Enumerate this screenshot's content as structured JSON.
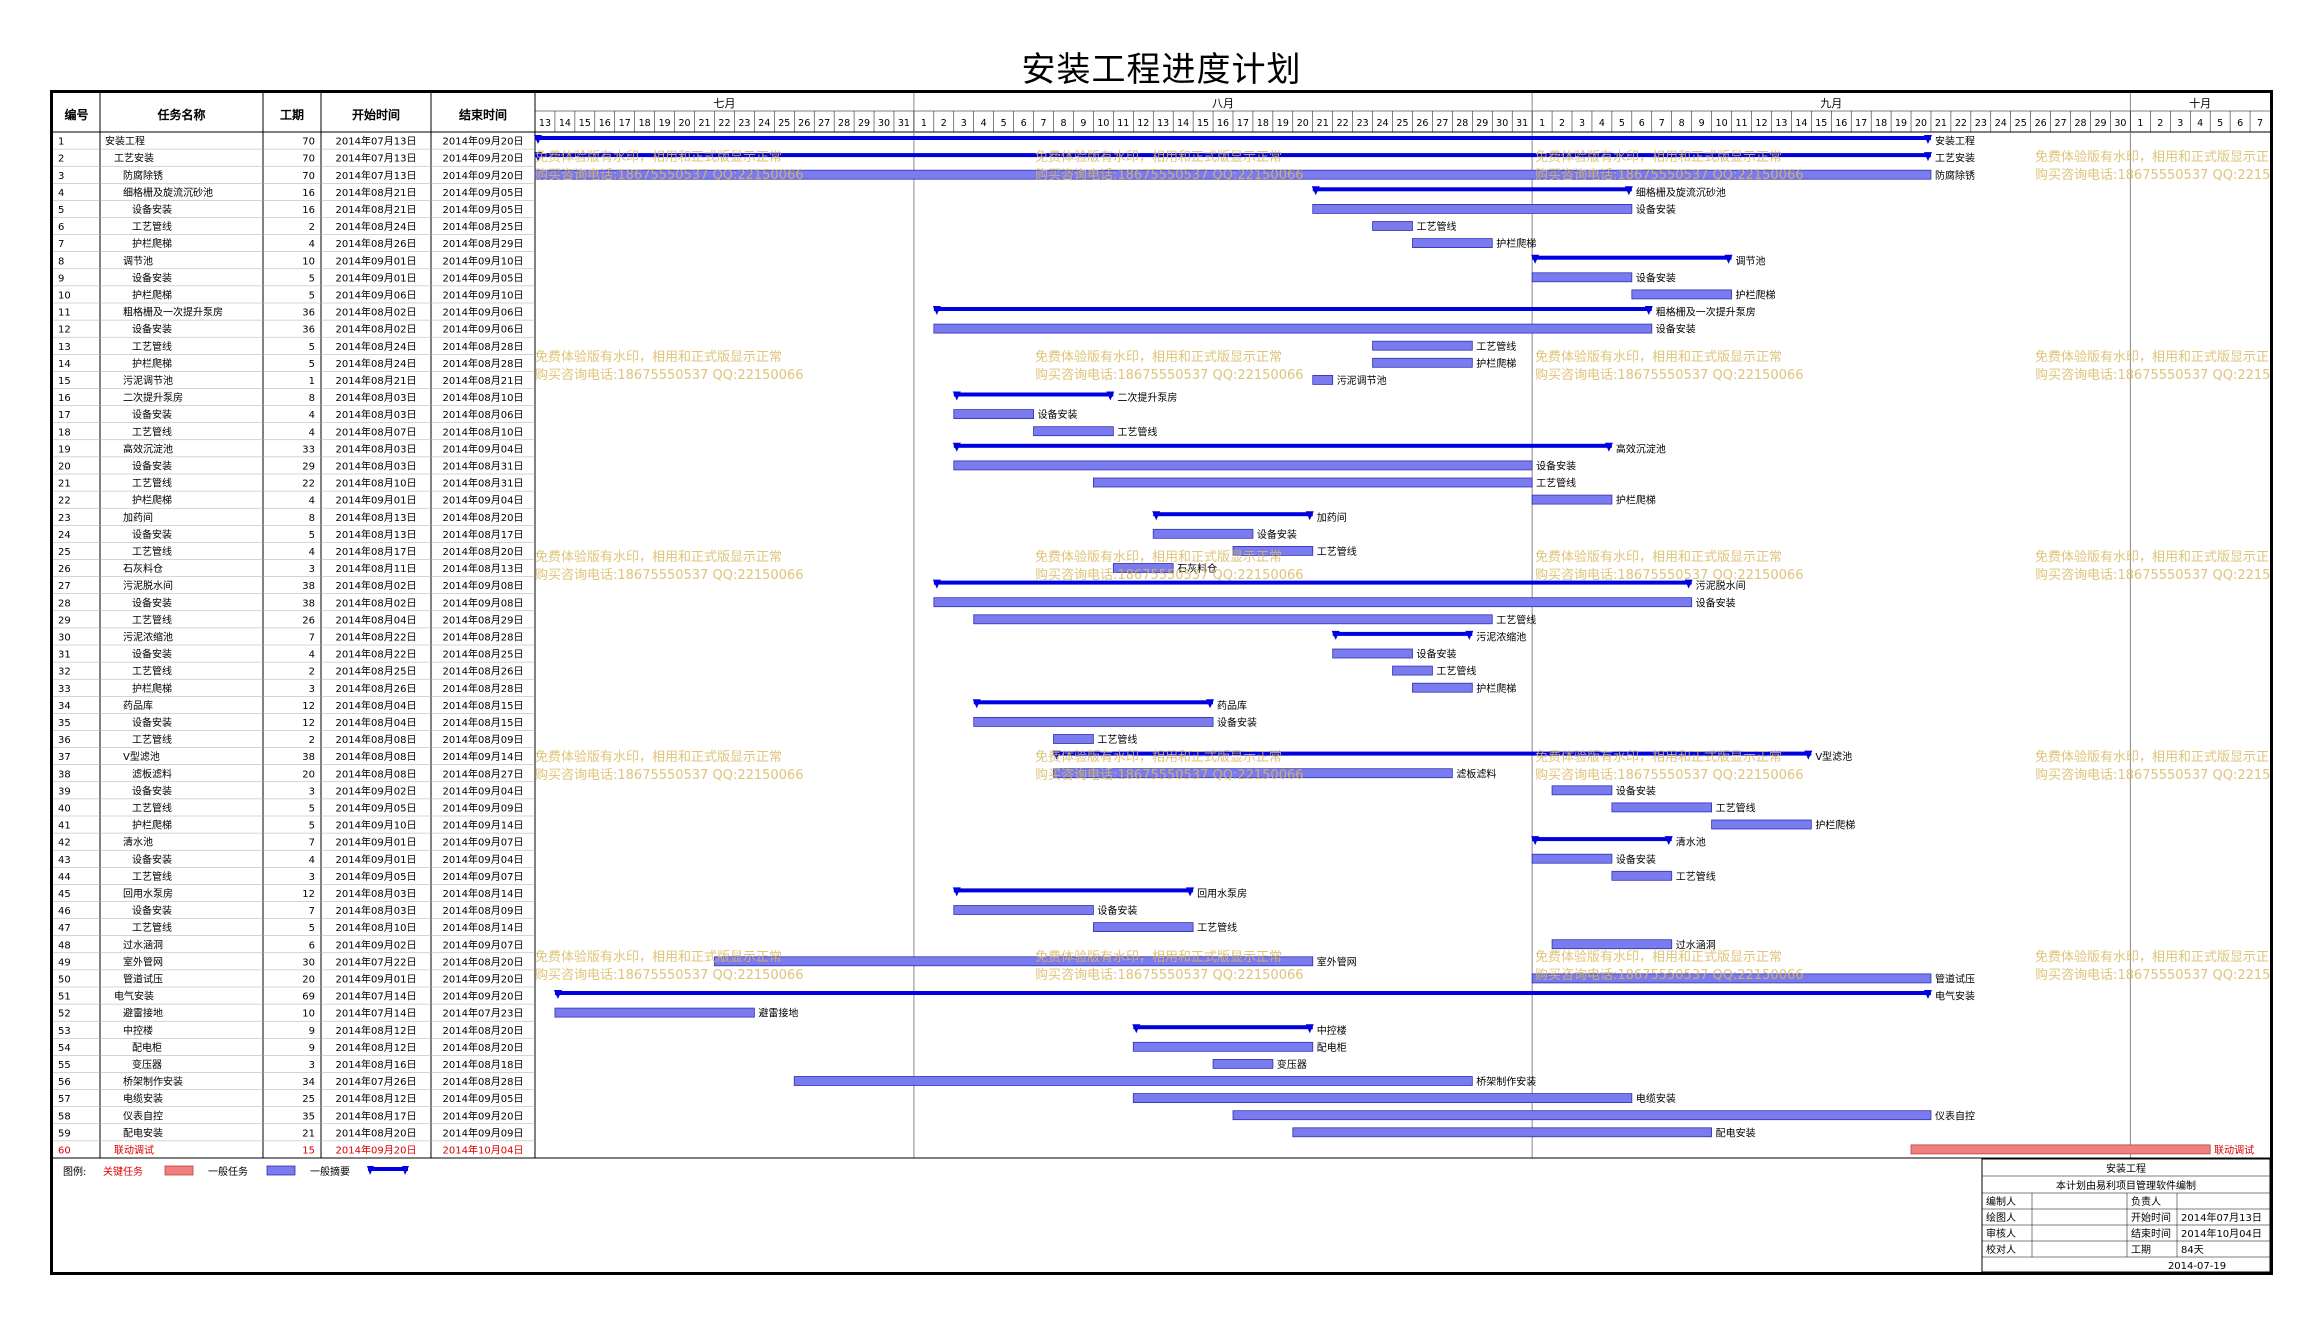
{
  "title": "安装工程进度计划",
  "columns": {
    "id": "编号",
    "name": "任务名称",
    "dur": "工期",
    "start": "开始时间",
    "end": "结束时间"
  },
  "timeline": {
    "months": [
      {
        "label": "七月",
        "days": [
          13,
          14,
          15,
          16,
          17,
          18,
          19,
          20,
          21,
          22,
          23,
          24,
          25,
          26,
          27,
          28,
          29,
          30,
          31
        ]
      },
      {
        "label": "八月",
        "days": [
          1,
          2,
          3,
          4,
          5,
          6,
          7,
          8,
          9,
          10,
          11,
          12,
          13,
          14,
          15,
          16,
          17,
          18,
          19,
          20,
          21,
          22,
          23,
          24,
          25,
          26,
          27,
          28,
          29,
          30,
          31
        ]
      },
      {
        "label": "九月",
        "days": [
          1,
          2,
          3,
          4,
          5,
          6,
          7,
          8,
          9,
          10,
          11,
          12,
          13,
          14,
          15,
          16,
          17,
          18,
          19,
          20,
          21,
          22,
          23,
          24,
          25,
          26,
          27,
          28,
          29,
          30
        ]
      },
      {
        "label": "十月",
        "days": [
          1,
          2,
          3,
          4,
          5,
          6,
          7
        ]
      }
    ]
  },
  "watermark": {
    "line1": "免费体验版有水印，相用和正式版显示正常",
    "line2": "购买咨询电话:18675550537 QQ:22150066"
  },
  "legend": {
    "label": "图例:",
    "critical": "关键任务",
    "normal": "一般任务",
    "summary": "一般摘要",
    "colors": {
      "critical": "#f08080",
      "normal": "#7b7bf0",
      "summary": "#0000e0"
    }
  },
  "infobox": {
    "project": "安装工程",
    "note": "本计划由易利项目管理软件编制",
    "rows": [
      [
        "编制人",
        "",
        "负责人",
        ""
      ],
      [
        "绘图人",
        "",
        "开始时间",
        "2014年07月13日"
      ],
      [
        "审核人",
        "",
        "结束时间",
        "2014年10月04日"
      ],
      [
        "校对人",
        "",
        "工期",
        "84天"
      ]
    ],
    "date": "2014-07-19"
  },
  "chart_data": {
    "type": "gantt",
    "title": "安装工程进度计划",
    "x_range": [
      "2014-07-13",
      "2014-10-07"
    ],
    "tasks": [
      {
        "id": "1",
        "name": "安装工程",
        "level": 0,
        "dur": 70,
        "start": "2014年07月13日",
        "end": "2014年09月20日",
        "kind": "summary",
        "label": "安装工程"
      },
      {
        "id": "2",
        "name": "工艺安装",
        "level": 1,
        "dur": 70,
        "start": "2014年07月13日",
        "end": "2014年09月20日",
        "kind": "summary",
        "label": "工艺安装"
      },
      {
        "id": "3",
        "name": "防腐除锈",
        "level": 2,
        "dur": 70,
        "start": "2014年07月13日",
        "end": "2014年09月20日",
        "kind": "normal",
        "label": "防腐除锈"
      },
      {
        "id": "4",
        "name": "细格栅及旋流沉砂池",
        "level": 2,
        "dur": 16,
        "start": "2014年08月21日",
        "end": "2014年09月05日",
        "kind": "summary",
        "label": "细格栅及旋流沉砂池"
      },
      {
        "id": "5",
        "name": "设备安装",
        "level": 3,
        "dur": 16,
        "start": "2014年08月21日",
        "end": "2014年09月05日",
        "kind": "normal",
        "label": "设备安装"
      },
      {
        "id": "6",
        "name": "工艺管线",
        "level": 3,
        "dur": 2,
        "start": "2014年08月24日",
        "end": "2014年08月25日",
        "kind": "normal",
        "label": "工艺管线"
      },
      {
        "id": "7",
        "name": "护栏爬梯",
        "level": 3,
        "dur": 4,
        "start": "2014年08月26日",
        "end": "2014年08月29日",
        "kind": "normal",
        "label": "护栏爬梯"
      },
      {
        "id": "8",
        "name": "调节池",
        "level": 2,
        "dur": 10,
        "start": "2014年09月01日",
        "end": "2014年09月10日",
        "kind": "summary",
        "label": "调节池"
      },
      {
        "id": "9",
        "name": "设备安装",
        "level": 3,
        "dur": 5,
        "start": "2014年09月01日",
        "end": "2014年09月05日",
        "kind": "normal",
        "label": "设备安装"
      },
      {
        "id": "10",
        "name": "护栏爬梯",
        "level": 3,
        "dur": 5,
        "start": "2014年09月06日",
        "end": "2014年09月10日",
        "kind": "normal",
        "label": "护栏爬梯"
      },
      {
        "id": "11",
        "name": "粗格栅及一次提升泵房",
        "level": 2,
        "dur": 36,
        "start": "2014年08月02日",
        "end": "2014年09月06日",
        "kind": "summary",
        "label": "粗格栅及一次提升泵房"
      },
      {
        "id": "12",
        "name": "设备安装",
        "level": 3,
        "dur": 36,
        "start": "2014年08月02日",
        "end": "2014年09月06日",
        "kind": "normal",
        "label": "设备安装"
      },
      {
        "id": "13",
        "name": "工艺管线",
        "level": 3,
        "dur": 5,
        "start": "2014年08月24日",
        "end": "2014年08月28日",
        "kind": "normal",
        "label": "工艺管线"
      },
      {
        "id": "14",
        "name": "护栏爬梯",
        "level": 3,
        "dur": 5,
        "start": "2014年08月24日",
        "end": "2014年08月28日",
        "kind": "normal",
        "label": "护栏爬梯"
      },
      {
        "id": "15",
        "name": "污泥调节池",
        "level": 2,
        "dur": 1,
        "start": "2014年08月21日",
        "end": "2014年08月21日",
        "kind": "normal",
        "label": "污泥调节池"
      },
      {
        "id": "16",
        "name": "二次提升泵房",
        "level": 2,
        "dur": 8,
        "start": "2014年08月03日",
        "end": "2014年08月10日",
        "kind": "summary",
        "label": "二次提升泵房"
      },
      {
        "id": "17",
        "name": "设备安装",
        "level": 3,
        "dur": 4,
        "start": "2014年08月03日",
        "end": "2014年08月06日",
        "kind": "normal",
        "label": "设备安装"
      },
      {
        "id": "18",
        "name": "工艺管线",
        "level": 3,
        "dur": 4,
        "start": "2014年08月07日",
        "end": "2014年08月10日",
        "kind": "normal",
        "label": "工艺管线"
      },
      {
        "id": "19",
        "name": "高效沉淀池",
        "level": 2,
        "dur": 33,
        "start": "2014年08月03日",
        "end": "2014年09月04日",
        "kind": "summary",
        "label": "高效沉淀池"
      },
      {
        "id": "20",
        "name": "设备安装",
        "level": 3,
        "dur": 29,
        "start": "2014年08月03日",
        "end": "2014年08月31日",
        "kind": "normal",
        "label": "设备安装"
      },
      {
        "id": "21",
        "name": "工艺管线",
        "level": 3,
        "dur": 22,
        "start": "2014年08月10日",
        "end": "2014年08月31日",
        "kind": "normal",
        "label": "工艺管线"
      },
      {
        "id": "22",
        "name": "护栏爬梯",
        "level": 3,
        "dur": 4,
        "start": "2014年09月01日",
        "end": "2014年09月04日",
        "kind": "normal",
        "label": "护栏爬梯"
      },
      {
        "id": "23",
        "name": "加药间",
        "level": 2,
        "dur": 8,
        "start": "2014年08月13日",
        "end": "2014年08月20日",
        "kind": "summary",
        "label": "加药间"
      },
      {
        "id": "24",
        "name": "设备安装",
        "level": 3,
        "dur": 5,
        "start": "2014年08月13日",
        "end": "2014年08月17日",
        "kind": "normal",
        "label": "设备安装"
      },
      {
        "id": "25",
        "name": "工艺管线",
        "level": 3,
        "dur": 4,
        "start": "2014年08月17日",
        "end": "2014年08月20日",
        "kind": "normal",
        "label": "工艺管线"
      },
      {
        "id": "26",
        "name": "石灰料仓",
        "level": 2,
        "dur": 3,
        "start": "2014年08月11日",
        "end": "2014年08月13日",
        "kind": "normal",
        "label": "石灰料仓"
      },
      {
        "id": "27",
        "name": "污泥脱水间",
        "level": 2,
        "dur": 38,
        "start": "2014年08月02日",
        "end": "2014年09月08日",
        "kind": "summary",
        "label": "污泥脱水间"
      },
      {
        "id": "28",
        "name": "设备安装",
        "level": 3,
        "dur": 38,
        "start": "2014年08月02日",
        "end": "2014年09月08日",
        "kind": "normal",
        "label": "设备安装"
      },
      {
        "id": "29",
        "name": "工艺管线",
        "level": 3,
        "dur": 26,
        "start": "2014年08月04日",
        "end": "2014年08月29日",
        "kind": "normal",
        "label": "工艺管线"
      },
      {
        "id": "30",
        "name": "污泥浓缩池",
        "level": 2,
        "dur": 7,
        "start": "2014年08月22日",
        "end": "2014年08月28日",
        "kind": "summary",
        "label": "污泥浓缩池"
      },
      {
        "id": "31",
        "name": "设备安装",
        "level": 3,
        "dur": 4,
        "start": "2014年08月22日",
        "end": "2014年08月25日",
        "kind": "normal",
        "label": "设备安装"
      },
      {
        "id": "32",
        "name": "工艺管线",
        "level": 3,
        "dur": 2,
        "start": "2014年08月25日",
        "end": "2014年08月26日",
        "kind": "normal",
        "label": "工艺管线"
      },
      {
        "id": "33",
        "name": "护栏爬梯",
        "level": 3,
        "dur": 3,
        "start": "2014年08月26日",
        "end": "2014年08月28日",
        "kind": "normal",
        "label": "护栏爬梯"
      },
      {
        "id": "34",
        "name": "药品库",
        "level": 2,
        "dur": 12,
        "start": "2014年08月04日",
        "end": "2014年08月15日",
        "kind": "summary",
        "label": "药品库"
      },
      {
        "id": "35",
        "name": "设备安装",
        "level": 3,
        "dur": 12,
        "start": "2014年08月04日",
        "end": "2014年08月15日",
        "kind": "normal",
        "label": "设备安装"
      },
      {
        "id": "36",
        "name": "工艺管线",
        "level": 3,
        "dur": 2,
        "start": "2014年08月08日",
        "end": "2014年08月09日",
        "kind": "normal",
        "label": "工艺管线"
      },
      {
        "id": "37",
        "name": "V型滤池",
        "level": 2,
        "dur": 38,
        "start": "2014年08月08日",
        "end": "2014年09月14日",
        "kind": "summary",
        "label": "V型滤池"
      },
      {
        "id": "38",
        "name": "滤板滤料",
        "level": 3,
        "dur": 20,
        "start": "2014年08月08日",
        "end": "2014年08月27日",
        "kind": "normal",
        "label": "滤板滤料"
      },
      {
        "id": "39",
        "name": "设备安装",
        "level": 3,
        "dur": 3,
        "start": "2014年09月02日",
        "end": "2014年09月04日",
        "kind": "normal",
        "label": "设备安装"
      },
      {
        "id": "40",
        "name": "工艺管线",
        "level": 3,
        "dur": 5,
        "start": "2014年09月05日",
        "end": "2014年09月09日",
        "kind": "normal",
        "label": "工艺管线"
      },
      {
        "id": "41",
        "name": "护栏爬梯",
        "level": 3,
        "dur": 5,
        "start": "2014年09月10日",
        "end": "2014年09月14日",
        "kind": "normal",
        "label": "护栏爬梯"
      },
      {
        "id": "42",
        "name": "清水池",
        "level": 2,
        "dur": 7,
        "start": "2014年09月01日",
        "end": "2014年09月07日",
        "kind": "summary",
        "label": "清水池"
      },
      {
        "id": "43",
        "name": "设备安装",
        "level": 3,
        "dur": 4,
        "start": "2014年09月01日",
        "end": "2014年09月04日",
        "kind": "normal",
        "label": "设备安装"
      },
      {
        "id": "44",
        "name": "工艺管线",
        "level": 3,
        "dur": 3,
        "start": "2014年09月05日",
        "end": "2014年09月07日",
        "kind": "normal",
        "label": "工艺管线"
      },
      {
        "id": "45",
        "name": "回用水泵房",
        "level": 2,
        "dur": 12,
        "start": "2014年08月03日",
        "end": "2014年08月14日",
        "kind": "summary",
        "label": "回用水泵房"
      },
      {
        "id": "46",
        "name": "设备安装",
        "level": 3,
        "dur": 7,
        "start": "2014年08月03日",
        "end": "2014年08月09日",
        "kind": "normal",
        "label": "设备安装"
      },
      {
        "id": "47",
        "name": "工艺管线",
        "level": 3,
        "dur": 5,
        "start": "2014年08月10日",
        "end": "2014年08月14日",
        "kind": "normal",
        "label": "工艺管线"
      },
      {
        "id": "48",
        "name": "过水涵洞",
        "level": 2,
        "dur": 6,
        "start": "2014年09月02日",
        "end": "2014年09月07日",
        "kind": "normal",
        "label": "过水涵洞"
      },
      {
        "id": "49",
        "name": "室外管网",
        "level": 2,
        "dur": 30,
        "start": "2014年07月22日",
        "end": "2014年08月20日",
        "kind": "normal",
        "label": "室外管网"
      },
      {
        "id": "50",
        "name": "管道试压",
        "level": 2,
        "dur": 20,
        "start": "2014年09月01日",
        "end": "2014年09月20日",
        "kind": "normal",
        "label": "管道试压"
      },
      {
        "id": "51",
        "name": "电气安装",
        "level": 1,
        "dur": 69,
        "start": "2014年07月14日",
        "end": "2014年09月20日",
        "kind": "summary",
        "label": "电气安装"
      },
      {
        "id": "52",
        "name": "避雷接地",
        "level": 2,
        "dur": 10,
        "start": "2014年07月14日",
        "end": "2014年07月23日",
        "kind": "normal",
        "label": "避雷接地"
      },
      {
        "id": "53",
        "name": "中控楼",
        "level": 2,
        "dur": 9,
        "start": "2014年08月12日",
        "end": "2014年08月20日",
        "kind": "summary",
        "label": "中控楼"
      },
      {
        "id": "54",
        "name": "配电柜",
        "level": 3,
        "dur": 9,
        "start": "2014年08月12日",
        "end": "2014年08月20日",
        "kind": "normal",
        "label": "配电柜"
      },
      {
        "id": "55",
        "name": "变压器",
        "level": 3,
        "dur": 3,
        "start": "2014年08月16日",
        "end": "2014年08月18日",
        "kind": "normal",
        "label": "变压器"
      },
      {
        "id": "56",
        "name": "桥架制作安装",
        "level": 2,
        "dur": 34,
        "start": "2014年07月26日",
        "end": "2014年08月28日",
        "kind": "normal",
        "label": "桥架制作安装"
      },
      {
        "id": "57",
        "name": "电缆安装",
        "level": 2,
        "dur": 25,
        "start": "2014年08月12日",
        "end": "2014年09月05日",
        "kind": "normal",
        "label": "电缆安装"
      },
      {
        "id": "58",
        "name": "仪表自控",
        "level": 2,
        "dur": 35,
        "start": "2014年08月17日",
        "end": "2014年09月20日",
        "kind": "normal",
        "label": "仪表自控"
      },
      {
        "id": "59",
        "name": "配电安装",
        "level": 2,
        "dur": 21,
        "start": "2014年08月20日",
        "end": "2014年09月09日",
        "kind": "normal",
        "label": "配电安装"
      },
      {
        "id": "60",
        "name": "联动调试",
        "level": 1,
        "dur": 15,
        "start": "2014年09月20日",
        "end": "2014年10月04日",
        "kind": "critical",
        "label": "联动调试"
      }
    ]
  }
}
